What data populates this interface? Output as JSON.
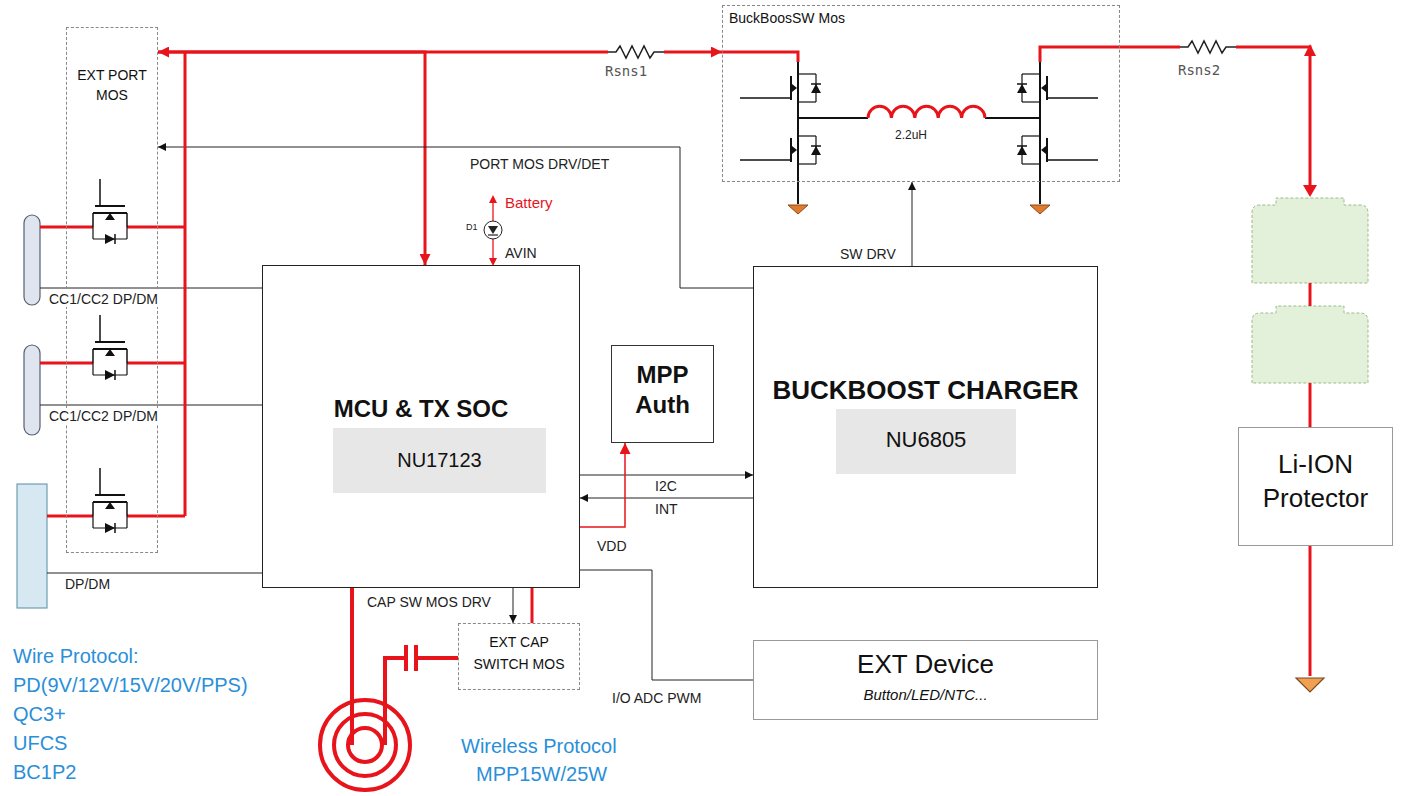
{
  "diagram": {
    "nodes": [
      {
        "text": [
          "EXT PORT MOS"
        ]
      },
      {
        "text": [
          "BuckBoosSW Mos"
        ]
      },
      {
        "text": [
          "MCU & TX SOC"
        ]
      },
      {
        "text": [
          "NU17123"
        ],
        "in": 2
      },
      {
        "text": [
          "MPP Auth"
        ]
      },
      {
        "text": [
          "BUCKBOOST CHARGER"
        ]
      },
      {
        "text": [
          "NU6805"
        ],
        "in": 5
      },
      {
        "text": [
          "EXT CAP SWITCH MOS"
        ]
      },
      {
        "text": [
          "EXT Device",
          "Button/LED/NTC..."
        ]
      },
      {
        "text": [
          "Li-ION Protector"
        ]
      }
    ],
    "edges": [
      {
        "from": 0,
        "to": 1,
        "arrow": "both"
      },
      {
        "from": 0,
        "to": 2,
        "arrow": "to"
      },
      {
        "from": 5,
        "to": 0,
        "arrow": "to",
        "label": "PORT MOS DRV/DET"
      },
      {
        "from": 5,
        "to": 1,
        "arrow": "to",
        "label": "SW DRV"
      },
      {
        "from": 2,
        "to": 5,
        "arrow": "to",
        "label": "I2C"
      },
      {
        "from": 5,
        "to": 2,
        "arrow": "to",
        "label": "INT"
      },
      {
        "from": 2,
        "to": 4,
        "arrow": "to",
        "label": "VDD"
      },
      {
        "from": 2,
        "to": 7,
        "arrow": "to",
        "label": "CAP SW MOS DRV"
      },
      {
        "from": 2,
        "to": 7,
        "arrow": "none"
      },
      {
        "from": 2,
        "to": 8,
        "arrow": "none",
        "label": "I/O ADC PWM"
      }
    ],
    "labels": [
      "Rsns1",
      "2.2uH",
      "Rsns2",
      "Battery",
      "D1",
      "AVIN",
      "CC1/CC2 DP/DM",
      "CC1/CC2 DP/DM",
      "DP/DM",
      "Wire Protocol:",
      "PD(9V/12V/15V/20V/PPS)",
      "QC3+",
      "UFCS",
      "BC1P2",
      "Wireless Protocol",
      "MPP15W/25W"
    ]
  }
}
